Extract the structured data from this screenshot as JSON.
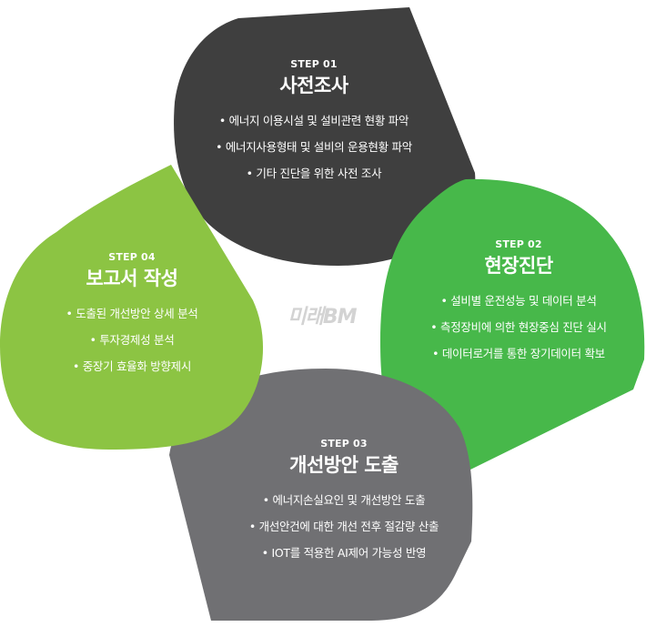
{
  "watermark": "미래BM",
  "steps": [
    {
      "id": "step1",
      "label": "STEP 01",
      "title": "사전조사",
      "color": "#3f3f3f",
      "items": [
        "에너지 이용시설 및 설비관련 현황 파악",
        "에너지사용형태 및 설비의 운용현황 파악",
        "기타 진단을 위한 사전 조사"
      ]
    },
    {
      "id": "step2",
      "label": "STEP 02",
      "title": "현장진단",
      "color": "#47b84a",
      "items": [
        "설비별 운전성능 및 데이터 분석",
        "측정장비에 의한 현장중심 진단 실시",
        "데이터로거를 통한 장기데이터 확보"
      ]
    },
    {
      "id": "step3",
      "label": "STEP 03",
      "title": "개선방안 도출",
      "color": "#707073",
      "items": [
        "에너지손실요인 및 개선방안 도출",
        "개선안건에 대한 개선 전후 절감량 산출",
        "IOT를 적용한 AI제어 가능성 반영"
      ]
    },
    {
      "id": "step4",
      "label": "STEP 04",
      "title": "보고서 작성",
      "color": "#8cc443",
      "items": [
        "도출된 개선방안 상세 분석",
        "투자경제성 분석",
        "중장기 효율화 방향제시"
      ]
    }
  ]
}
